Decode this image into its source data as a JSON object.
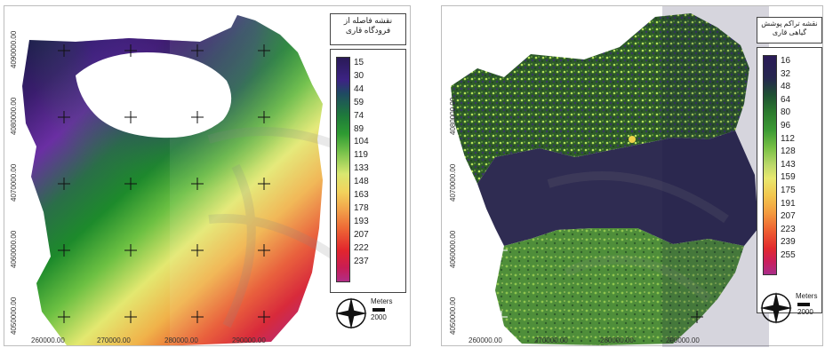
{
  "left_map": {
    "title": "نقشه فاصله از\nفرودگاه قاری",
    "legend": [
      "15",
      "30",
      "44",
      "59",
      "74",
      "89",
      "104",
      "119",
      "133",
      "148",
      "163",
      "178",
      "193",
      "207",
      "222",
      "237"
    ],
    "scale_unit": "Meters",
    "scale_value": "2000",
    "x_ticks": [
      "260000.00",
      "270000.00",
      "280000.00",
      "290000.00"
    ],
    "y_ticks": [
      "4090000.00",
      "4080000.00",
      "4070000.00",
      "4060000.00",
      "4050000.00"
    ]
  },
  "right_map": {
    "title": "نقشه تراکم پوشش\nگیاهی قاری",
    "legend": [
      "16",
      "32",
      "48",
      "64",
      "80",
      "96",
      "112",
      "128",
      "143",
      "159",
      "175",
      "191",
      "207",
      "223",
      "239",
      "255"
    ],
    "scale_unit": "Meters",
    "scale_value": "2000",
    "x_ticks": [
      "260000.00",
      "270000.00",
      "280000.00",
      "290000.00"
    ],
    "y_ticks": [
      "4080000.00",
      "4070000.00",
      "4060000.00",
      "4050000.00"
    ]
  },
  "icons": {
    "north_arrow": "north-arrow-icon",
    "grid_cross": "plus-icon"
  }
}
